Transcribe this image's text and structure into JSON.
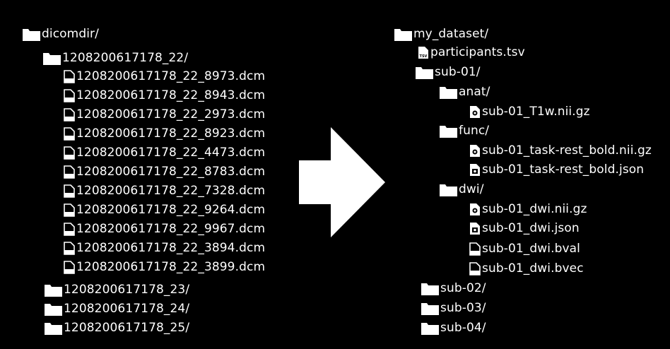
{
  "left_tree": {
    "root": "dicomdir/",
    "folder": "1208200617178_22/",
    "files": [
      "1208200617178_22_8973.dcm",
      "1208200617178_22_8943.dcm",
      "1208200617178_22_2973.dcm",
      "1208200617178_22_8923.dcm",
      "1208200617178_22_4473.dcm",
      "1208200617178_22_8783.dcm",
      "1208200617178_22_7328.dcm",
      "1208200617178_22_9264.dcm",
      "1208200617178_22_9967.dcm",
      "1208200617178_22_3894.dcm",
      "1208200617178_22_3899.dcm"
    ],
    "other_folders": [
      "1208200617178_23/",
      "1208200617178_24/",
      "1208200617178_25/"
    ]
  },
  "right_tree": {
    "root": "my_dataset/",
    "participants": "participants.tsv",
    "tsv_badge": "TSV",
    "subject": "sub-01/",
    "anat_folder": "anat/",
    "anat_file": "sub-01_T1w.nii.gz",
    "func_folder": "func/",
    "func_files": [
      "sub-01_task-rest_bold.nii.gz",
      "sub-01_task-rest_bold.json"
    ],
    "dwi_folder": "dwi/",
    "dwi_files": [
      "sub-01_dwi.nii.gz",
      "sub-01_dwi.json",
      "sub-01_dwi.bval",
      "sub-01_dwi.bvec"
    ],
    "other_subjects": [
      "sub-02/",
      "sub-03/",
      "sub-04/"
    ]
  },
  "colors": {
    "background": "#000000",
    "foreground": "#ffffff"
  },
  "icons": {
    "folder": "folder-icon",
    "file": "file-icon",
    "tsv": "tsv-file-icon",
    "nifti": "nifti-file-icon",
    "json": "json-file-icon",
    "arrow": "right-arrow"
  }
}
